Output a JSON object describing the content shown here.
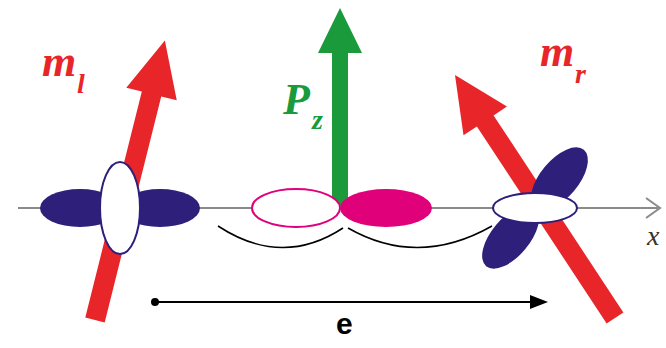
{
  "diagram": {
    "labels": [
      "m",
      "l",
      "P",
      "z",
      "m",
      "r",
      "x",
      "e"
    ]
  }
}
